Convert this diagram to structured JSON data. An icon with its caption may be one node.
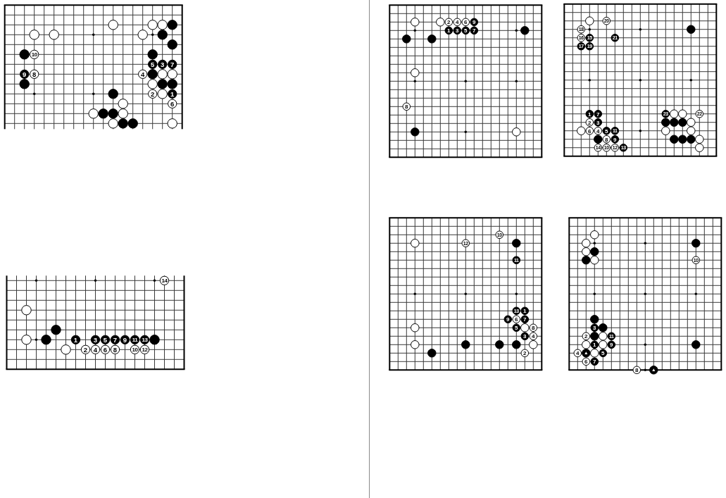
{
  "diagram": {
    "labels": [
      "10",
      "5",
      "3",
      "7",
      "9",
      "8",
      "4",
      "2",
      "1",
      "6",
      "14",
      "1",
      "3",
      "5",
      "7",
      "9",
      "11",
      "13",
      "2",
      "4",
      "6",
      "8",
      "10",
      "12",
      "2",
      "4",
      "6",
      "9",
      "1",
      "3",
      "5",
      "7",
      "8",
      "20",
      "18",
      "16",
      "15",
      "21",
      "17",
      "19",
      "1",
      "7",
      "23",
      "22",
      "2",
      "3",
      "6",
      "4",
      "5",
      "11",
      "8",
      "9",
      "14",
      "10",
      "12",
      "13",
      "10",
      "12",
      "11",
      "13",
      "1",
      "9",
      "6",
      "7",
      "5",
      "8",
      "3",
      "4",
      "2",
      "10",
      "3",
      "2",
      "11",
      "1",
      "9",
      "4",
      "5",
      "6",
      "7",
      "8"
    ]
  }
}
